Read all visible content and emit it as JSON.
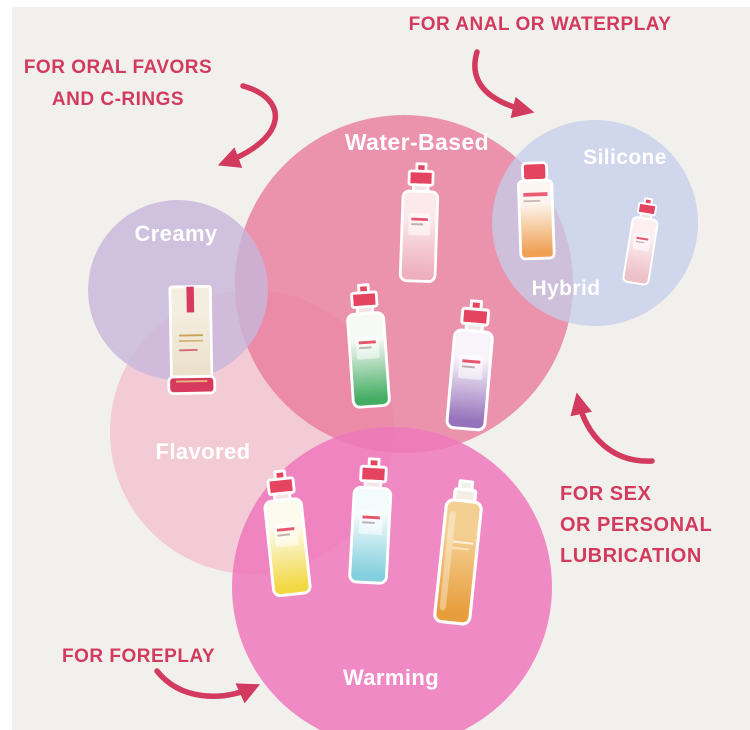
{
  "canvas": {
    "bg": "#f2f0ed",
    "accent": "#d23a5e",
    "frame": "#ffffff"
  },
  "venn": {
    "water_based": {
      "label": "Water-Based",
      "color": "rgba(233,122,156,0.8)"
    },
    "silicone": {
      "label": "Silicone",
      "color": "rgba(196,206,233,0.75)"
    },
    "hybrid": {
      "label": "Hybrid"
    },
    "creamy": {
      "label": "Creamy",
      "color": "rgba(199,183,219,0.8)"
    },
    "flavored": {
      "label": "Flavored",
      "color": "rgba(243,198,212,0.9)"
    },
    "warming": {
      "label": "Warming",
      "color": "rgba(238,120,188,0.85)"
    }
  },
  "annotations": {
    "oral": {
      "line1": "FOR ORAL FAVORS",
      "line2": "AND C-RINGS"
    },
    "anal": {
      "line1": "FOR ANAL OR WATERPLAY"
    },
    "sex": {
      "line1": "FOR SEX",
      "line2": "OR PERSONAL",
      "line3": "LUBRICATION"
    },
    "foreplay": {
      "line1": "FOR FOREPLAY"
    }
  },
  "products": [
    {
      "name": "water-based-lube-spray-bottle",
      "kind": "spray",
      "body_top": "#fbe9ec",
      "body_bottom": "#eeb0bd",
      "cap": "#e4445f"
    },
    {
      "name": "hybrid-lube-bottle",
      "kind": "pump",
      "body_top": "#fdf6f0",
      "body_bottom": "#efa053",
      "cap": "#e4445f"
    },
    {
      "name": "silicone-lube-spray-bottle",
      "kind": "spray",
      "body_top": "#fceff1",
      "body_bottom": "#edbfc6",
      "cap": "#e4445f"
    },
    {
      "name": "creamy-lube-tube",
      "kind": "tube",
      "body_top": "#f4eee1",
      "body_bottom": "#ece1cb",
      "cap": "#d8395e"
    },
    {
      "name": "green-flavored-lube-bottle",
      "kind": "spray",
      "body_top": "#f6f9f5",
      "body_bottom": "#44ad63",
      "cap": "#e4445f"
    },
    {
      "name": "purple-flavored-lube-bottle",
      "kind": "spray",
      "body_top": "#f8f4fa",
      "body_bottom": "#9672bb",
      "cap": "#e4445f"
    },
    {
      "name": "yellow-warming-lube-bottle",
      "kind": "spray",
      "body_top": "#fdfbee",
      "body_bottom": "#f2d944",
      "cap": "#e4445f"
    },
    {
      "name": "teal-warming-lube-bottle",
      "kind": "spray",
      "body_top": "#f3fbfc",
      "body_bottom": "#82cfdd",
      "cap": "#e4445f"
    },
    {
      "name": "amber-warming-lube-bottle",
      "kind": "bottle",
      "body_top": "#f4cf92",
      "body_bottom": "#e79d3c",
      "cap": "#f3efe7"
    }
  ]
}
